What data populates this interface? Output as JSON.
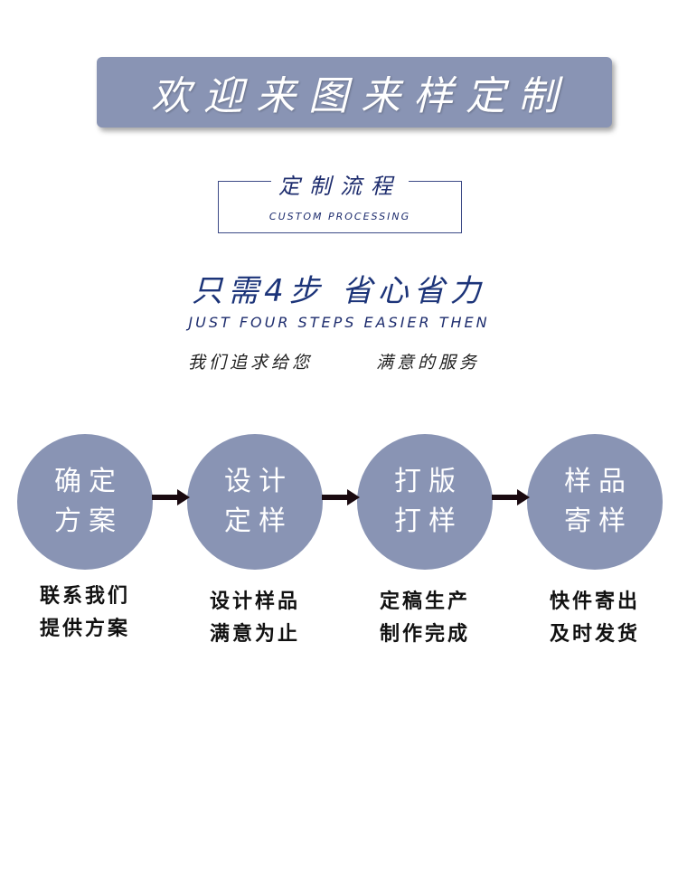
{
  "banner": {
    "title": "欢迎来图来样定制"
  },
  "process": {
    "title": "定制流程",
    "subtitle": "CUSTOM PROCESSING"
  },
  "slogan": {
    "part1": "只需4步",
    "part2": "省心省力",
    "english": "JUST FOUR STEPS EASIER THEN"
  },
  "service": {
    "left": "我们追求给您",
    "right": "满意的服务"
  },
  "steps": [
    {
      "line1": "确定",
      "line2": "方案",
      "desc1": "联系我们",
      "desc2": "提供方案"
    },
    {
      "line1": "设计",
      "line2": "定样",
      "desc1": "设计样品",
      "desc2": "满意为止"
    },
    {
      "line1": "打版",
      "line2": "打样",
      "desc1": "定稿生产",
      "desc2": "制作完成"
    },
    {
      "line1": "样品",
      "line2": "寄样",
      "desc1": "快件寄出",
      "desc2": "及时发货"
    }
  ],
  "colors": {
    "accent": "#8994b4",
    "navy": "#1e2d6e",
    "arrow": "#1a0a10"
  },
  "icons": [
    "arrow-right-icon"
  ]
}
